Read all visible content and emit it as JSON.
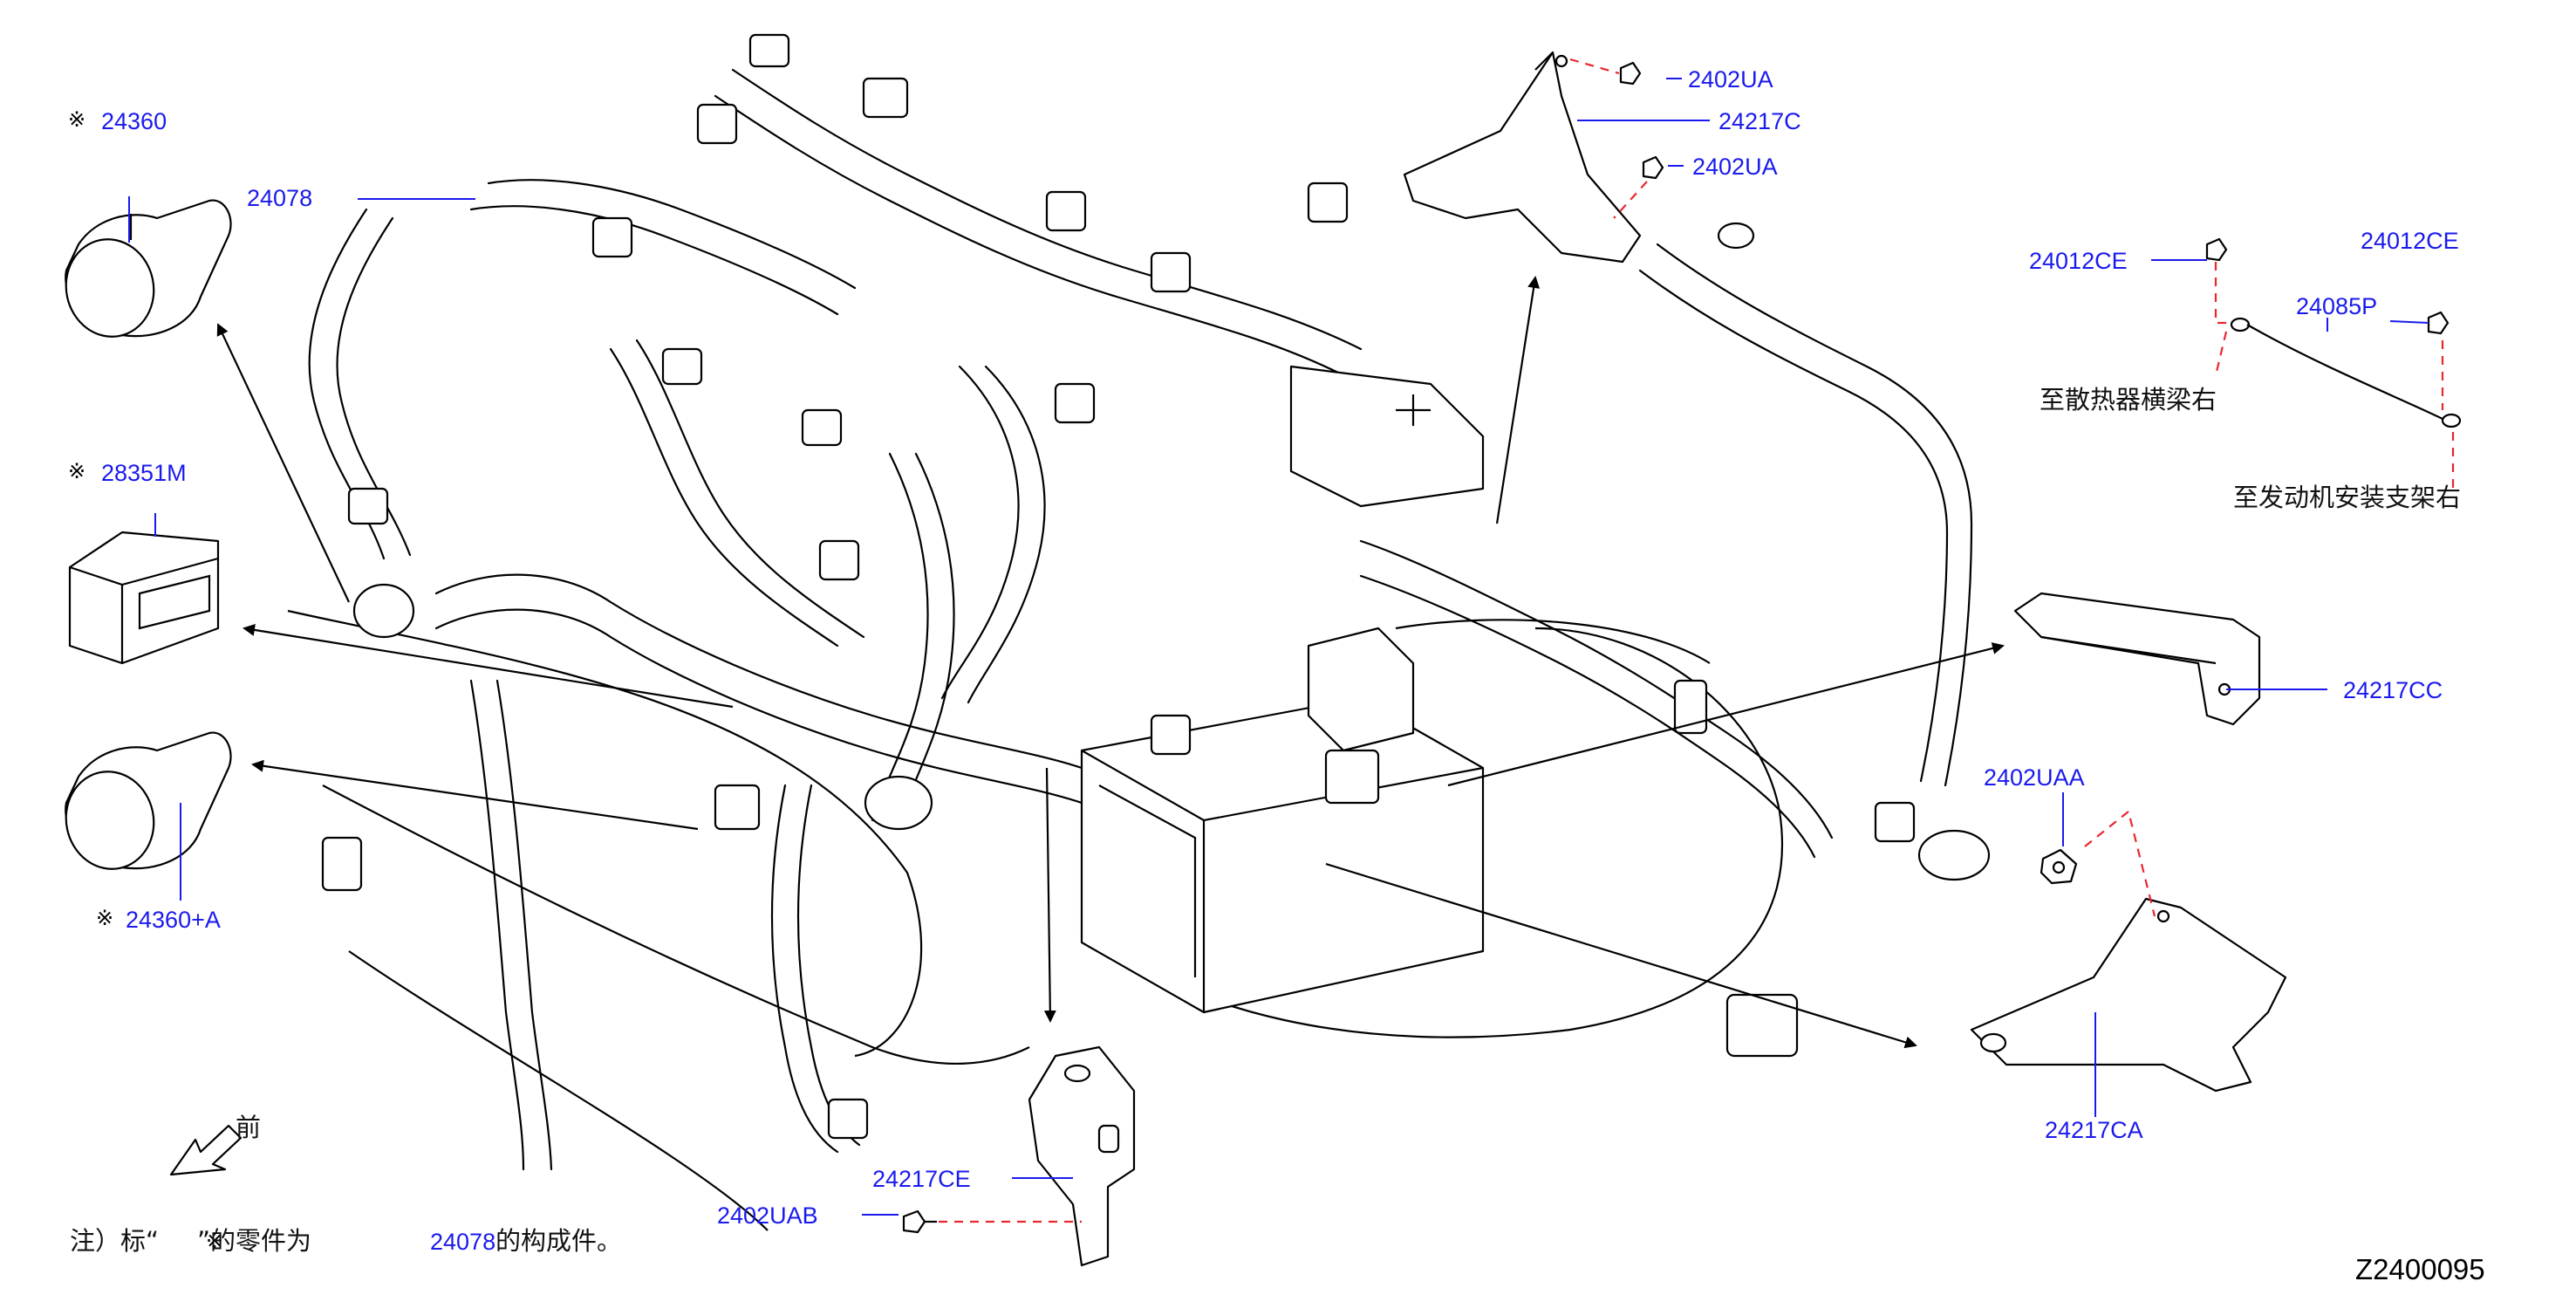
{
  "labels": {
    "p24360": "24360",
    "p24078": "24078",
    "p28351M": "28351M",
    "p24360A": "24360+A",
    "p2402UA_1": "2402UA",
    "p24217C": "24217C",
    "p2402UA_2": "2402UA",
    "p24012CE_1": "24012CE",
    "p24012CE_2": "24012CE",
    "p24085P": "24085P",
    "p24217CC": "24217CC",
    "p2402UAA": "2402UAA",
    "p24217CA": "24217CA",
    "p24217CE": "24217CE",
    "p2402UAB": "2402UAB",
    "p24078_note": "24078"
  },
  "marks": {
    "asterisk": "※"
  },
  "captions": {
    "to_radiator_crossmember_right": "至散热器横梁右",
    "to_engine_mount_bracket_right": "至发动机安装支架右",
    "front": "前",
    "note_prefix": "注）标“",
    "note_mid": "”的零件为",
    "note_suffix": "的构成件。"
  },
  "reference_code": "Z2400095",
  "colors": {
    "part_number": "#1a1aee",
    "leader_dashed": "#e8272f",
    "linework": "#000000"
  }
}
